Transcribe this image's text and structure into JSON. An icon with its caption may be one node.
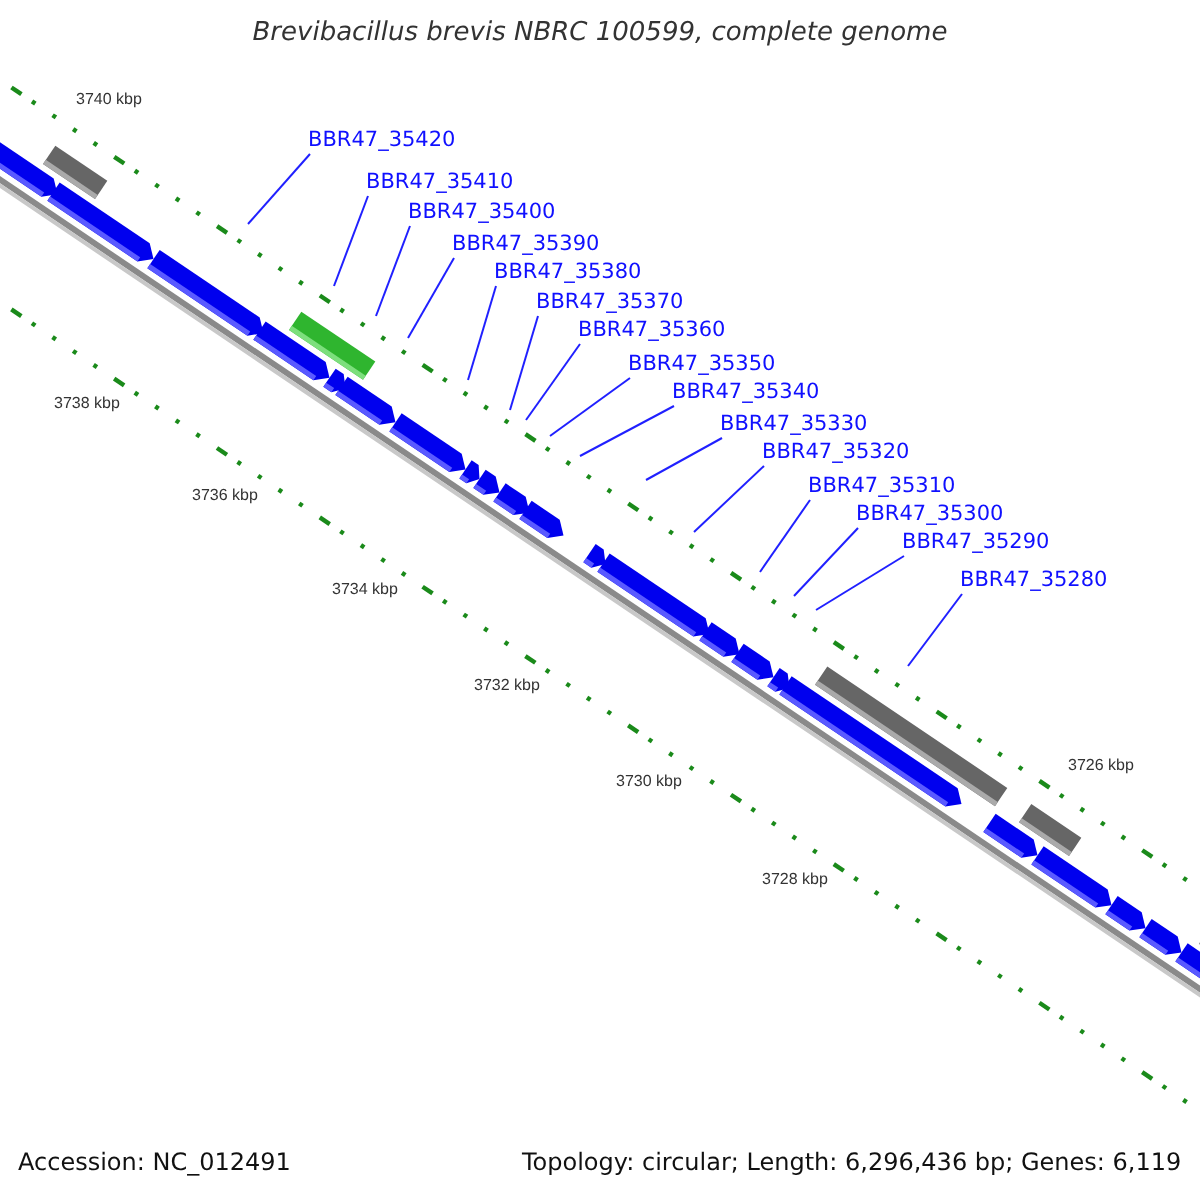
{
  "diagram": {
    "title": "Brevibacillus brevis NBRC 100599, complete genome",
    "nodes": [
      {
        "text": [
          "BBR47_35420"
        ]
      },
      {
        "text": [
          "BBR47_35410"
        ]
      },
      {
        "text": [
          "BBR47_35400"
        ]
      },
      {
        "text": [
          "BBR47_35390"
        ]
      },
      {
        "text": [
          "BBR47_35380"
        ]
      },
      {
        "text": [
          "BBR47_35370"
        ]
      },
      {
        "text": [
          "BBR47_35360"
        ]
      },
      {
        "text": [
          "BBR47_35350"
        ]
      },
      {
        "text": [
          "BBR47_35340"
        ]
      },
      {
        "text": [
          "BBR47_35330"
        ]
      },
      {
        "text": [
          "BBR47_35320"
        ]
      },
      {
        "text": [
          "BBR47_35310"
        ]
      },
      {
        "text": [
          "BBR47_35300"
        ]
      },
      {
        "text": [
          "BBR47_35290"
        ]
      },
      {
        "text": [
          "BBR47_35280"
        ]
      }
    ],
    "edges": [
      {
        "from": 0,
        "to": null,
        "arrow": "none"
      },
      {
        "from": 1,
        "to": null,
        "arrow": "none"
      },
      {
        "from": 2,
        "to": null,
        "arrow": "none"
      },
      {
        "from": 3,
        "to": null,
        "arrow": "none"
      },
      {
        "from": 4,
        "to": null,
        "arrow": "none"
      },
      {
        "from": 5,
        "to": null,
        "arrow": "none"
      },
      {
        "from": 6,
        "to": null,
        "arrow": "none"
      },
      {
        "from": 7,
        "to": null,
        "arrow": "none"
      },
      {
        "from": 8,
        "to": null,
        "arrow": "none"
      },
      {
        "from": 9,
        "to": null,
        "arrow": "none"
      },
      {
        "from": 10,
        "to": null,
        "arrow": "none"
      },
      {
        "from": 11,
        "to": null,
        "arrow": "none"
      },
      {
        "from": 12,
        "to": null,
        "arrow": "none"
      },
      {
        "from": 13,
        "to": null,
        "arrow": "none"
      },
      {
        "from": 14,
        "to": null,
        "arrow": "none"
      }
    ],
    "labels": [
      "3740 kbp",
      "3738 kbp",
      "3736 kbp",
      "3734 kbp",
      "3732 kbp",
      "3730 kbp",
      "3728 kbp",
      "3726 kbp",
      "Accession: NC_012491",
      "Topology: circular; Length: 6,296,436 bp; Genes: 6,119"
    ]
  }
}
